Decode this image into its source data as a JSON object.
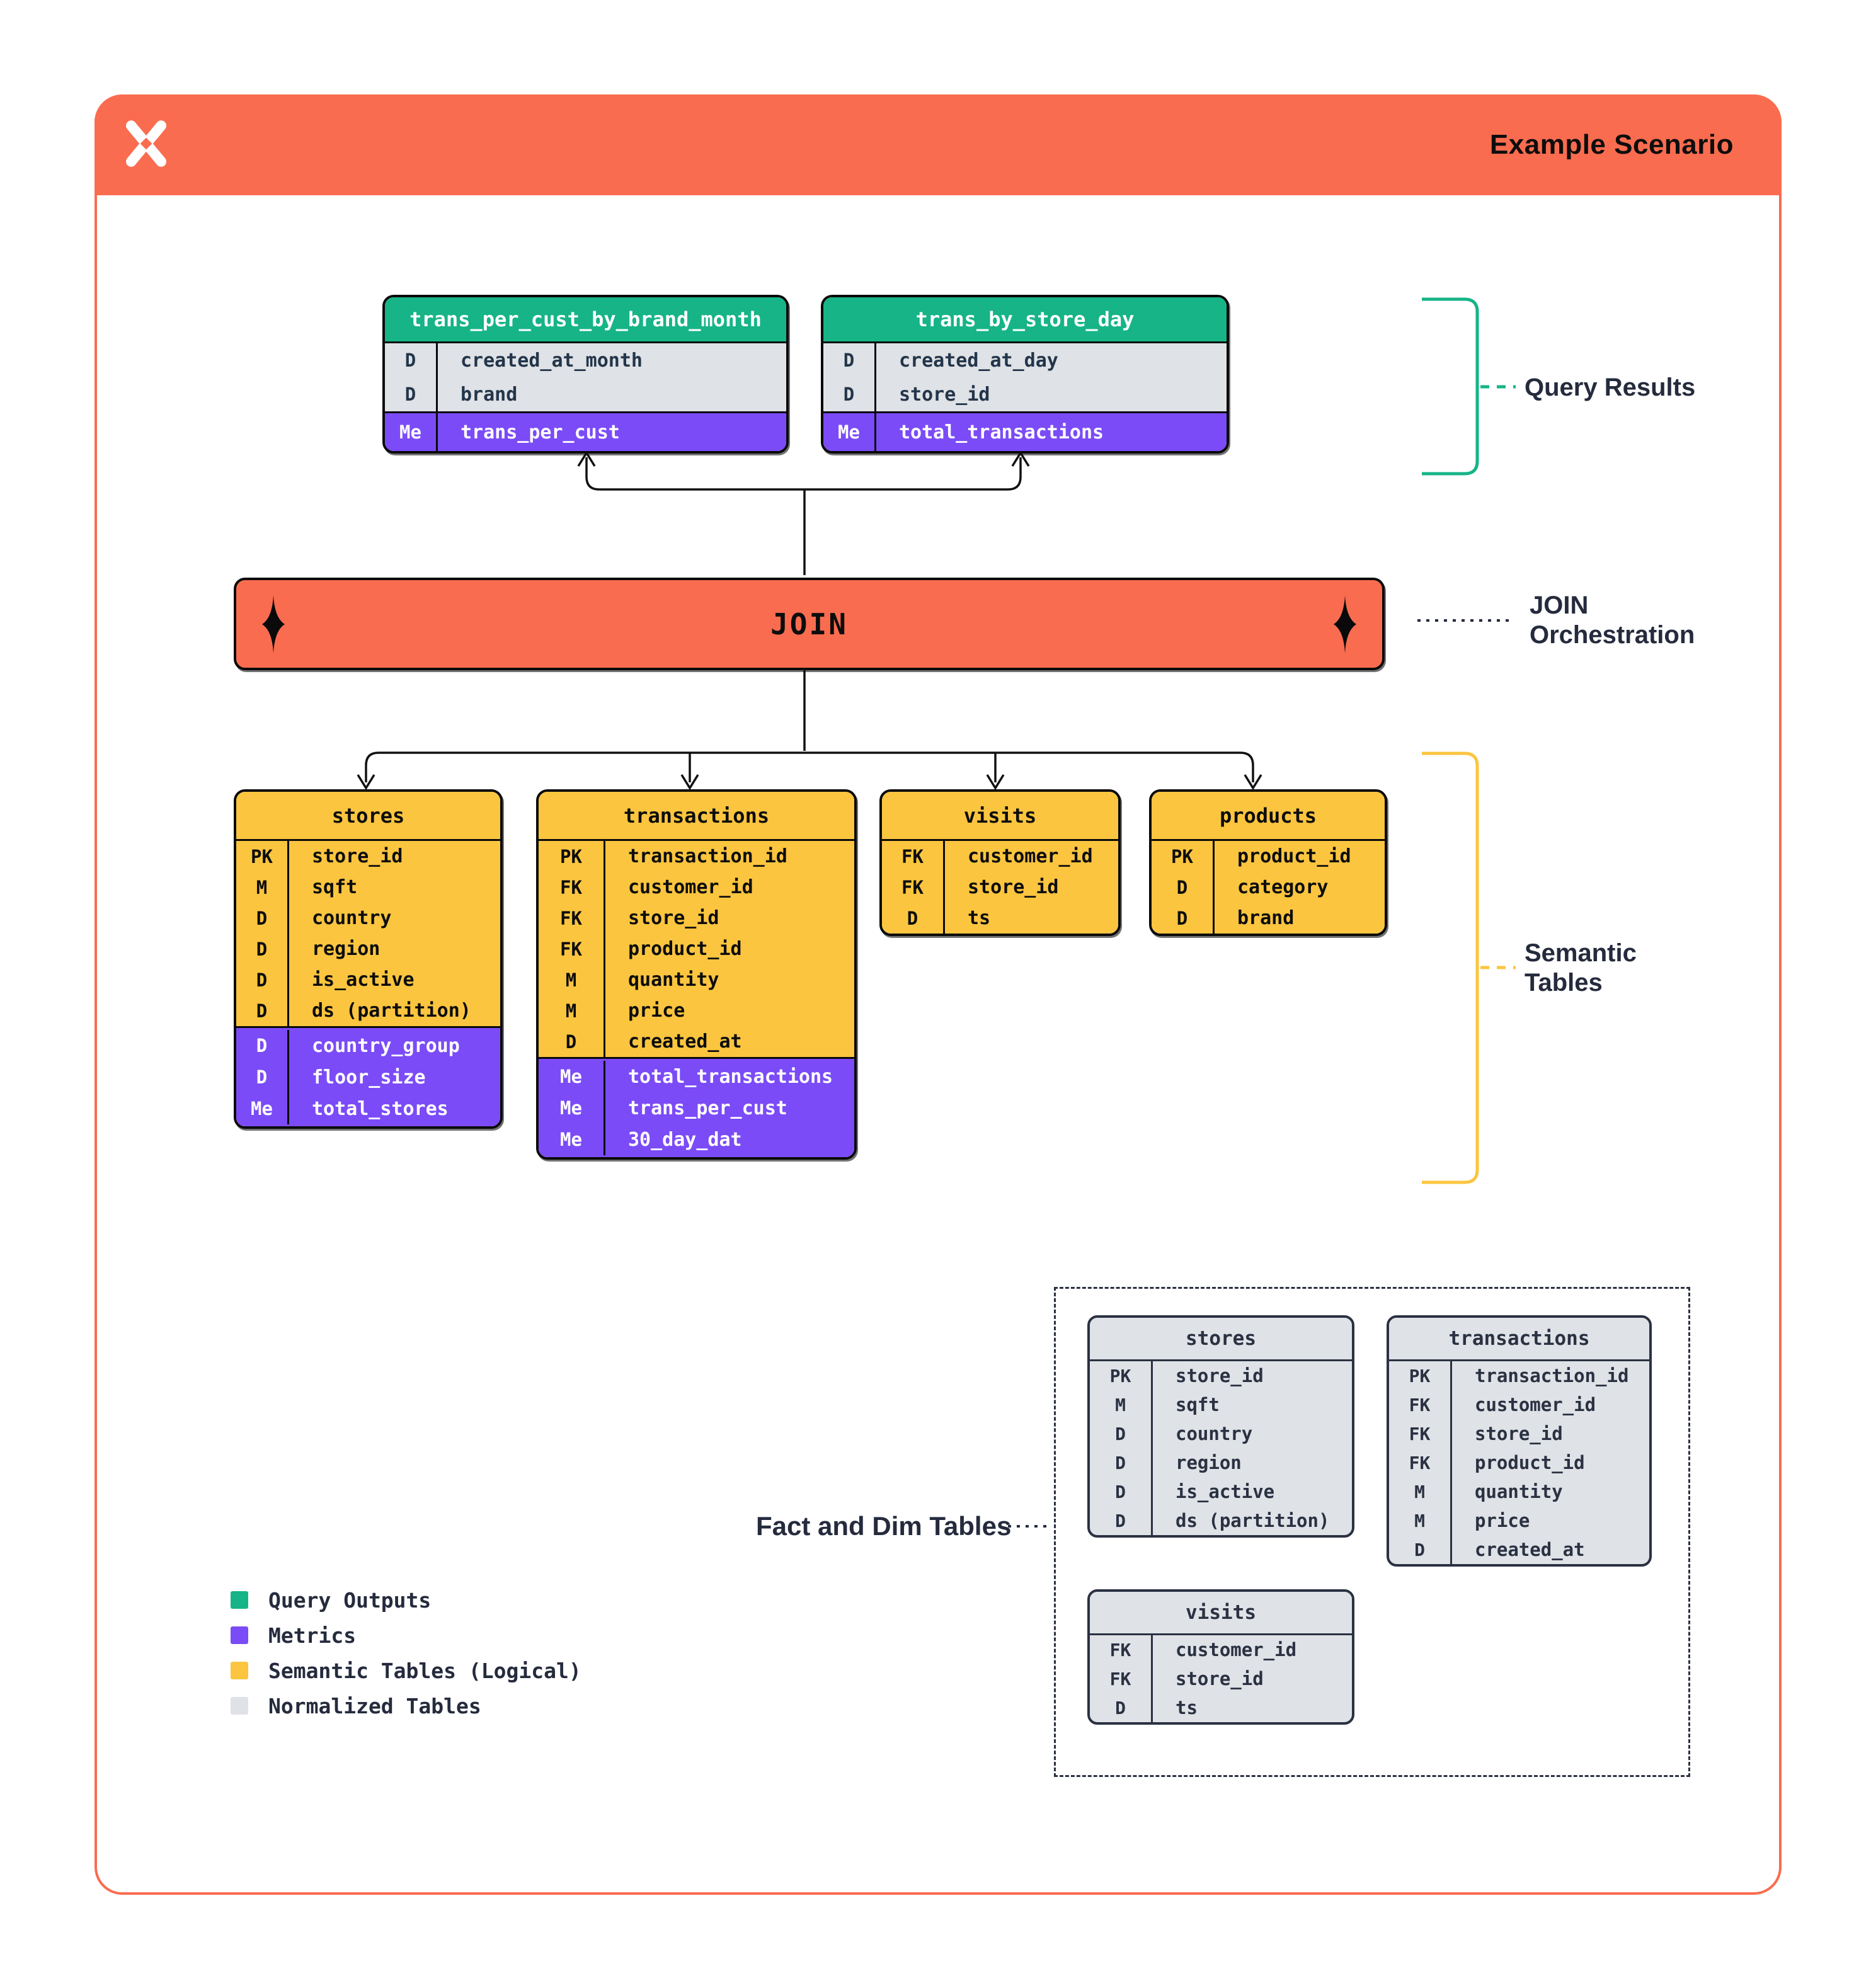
{
  "header": {
    "title": "Example Scenario",
    "logo": "pinwheel-x-logo"
  },
  "join": {
    "label": "JOIN"
  },
  "annotations": {
    "query_results": "Query Results",
    "join_orch_line1": "JOIN",
    "join_orch_line2": "Orchestration",
    "semantic_line1": "Semantic",
    "semantic_line2": "Tables",
    "fact_dim": "Fact and Dim Tables"
  },
  "query_tables": [
    {
      "title": "trans_per_cust_by_brand_month",
      "dims": [
        {
          "k": "D",
          "n": "created_at_month"
        },
        {
          "k": "D",
          "n": "brand"
        }
      ],
      "metrics": [
        {
          "k": "Me",
          "n": "trans_per_cust"
        }
      ]
    },
    {
      "title": "trans_by_store_day",
      "dims": [
        {
          "k": "D",
          "n": "created_at_day"
        },
        {
          "k": "D",
          "n": "store_id"
        }
      ],
      "metrics": [
        {
          "k": "Me",
          "n": "total_transactions"
        }
      ]
    }
  ],
  "semantic_tables": [
    {
      "title": "stores",
      "cols": [
        {
          "k": "PK",
          "n": "store_id"
        },
        {
          "k": "M",
          "n": "sqft"
        },
        {
          "k": "D",
          "n": "country"
        },
        {
          "k": "D",
          "n": "region"
        },
        {
          "k": "D",
          "n": "is_active"
        },
        {
          "k": "D",
          "n": "ds (partition)"
        }
      ],
      "metrics": [
        {
          "k": "D",
          "n": "country_group"
        },
        {
          "k": "D",
          "n": "floor_size"
        },
        {
          "k": "Me",
          "n": "total_stores"
        }
      ]
    },
    {
      "title": "transactions",
      "cols": [
        {
          "k": "PK",
          "n": "transaction_id"
        },
        {
          "k": "FK",
          "n": "customer_id"
        },
        {
          "k": "FK",
          "n": "store_id"
        },
        {
          "k": "FK",
          "n": "product_id"
        },
        {
          "k": "M",
          "n": "quantity"
        },
        {
          "k": "M",
          "n": "price"
        },
        {
          "k": "D",
          "n": "created_at"
        }
      ],
      "metrics": [
        {
          "k": "Me",
          "n": "total_transactions"
        },
        {
          "k": "Me",
          "n": "trans_per_cust"
        },
        {
          "k": "Me",
          "n": "30_day_dat"
        }
      ]
    },
    {
      "title": "visits",
      "cols": [
        {
          "k": "FK",
          "n": "customer_id"
        },
        {
          "k": "FK",
          "n": "store_id"
        },
        {
          "k": "D",
          "n": "ts"
        }
      ],
      "metrics": []
    },
    {
      "title": "products",
      "cols": [
        {
          "k": "PK",
          "n": "product_id"
        },
        {
          "k": "D",
          "n": "category"
        },
        {
          "k": "D",
          "n": "brand"
        }
      ],
      "metrics": []
    }
  ],
  "normalized_tables": [
    {
      "title": "stores",
      "cols": [
        {
          "k": "PK",
          "n": "store_id"
        },
        {
          "k": "M",
          "n": "sqft"
        },
        {
          "k": "D",
          "n": "country"
        },
        {
          "k": "D",
          "n": "region"
        },
        {
          "k": "D",
          "n": "is_active"
        },
        {
          "k": "D",
          "n": "ds (partition)"
        }
      ]
    },
    {
      "title": "transactions",
      "cols": [
        {
          "k": "PK",
          "n": "transaction_id"
        },
        {
          "k": "FK",
          "n": "customer_id"
        },
        {
          "k": "FK",
          "n": "store_id"
        },
        {
          "k": "FK",
          "n": "product_id"
        },
        {
          "k": "M",
          "n": "quantity"
        },
        {
          "k": "M",
          "n": "price"
        },
        {
          "k": "D",
          "n": "created_at"
        }
      ]
    },
    {
      "title": "visits",
      "cols": [
        {
          "k": "FK",
          "n": "customer_id"
        },
        {
          "k": "FK",
          "n": "store_id"
        },
        {
          "k": "D",
          "n": "ts"
        }
      ]
    }
  ],
  "legend": {
    "items": [
      {
        "label": "Query Outputs",
        "color": "#16B487"
      },
      {
        "label": "Metrics",
        "color": "#7B4BF7"
      },
      {
        "label": "Semantic Tables (Logical)",
        "color": "#FBC53F"
      },
      {
        "label": "Normalized Tables",
        "color": "#DFE2E6"
      }
    ]
  },
  "colors": {
    "brand_orange": "#FA6C4F",
    "query_green": "#16B487",
    "metric_purple": "#7B4BF7",
    "semantic_yellow": "#FBC53F",
    "normalized_gray": "#DFE2E6",
    "ink_navy": "#252B3D",
    "line_black": "#111111"
  }
}
